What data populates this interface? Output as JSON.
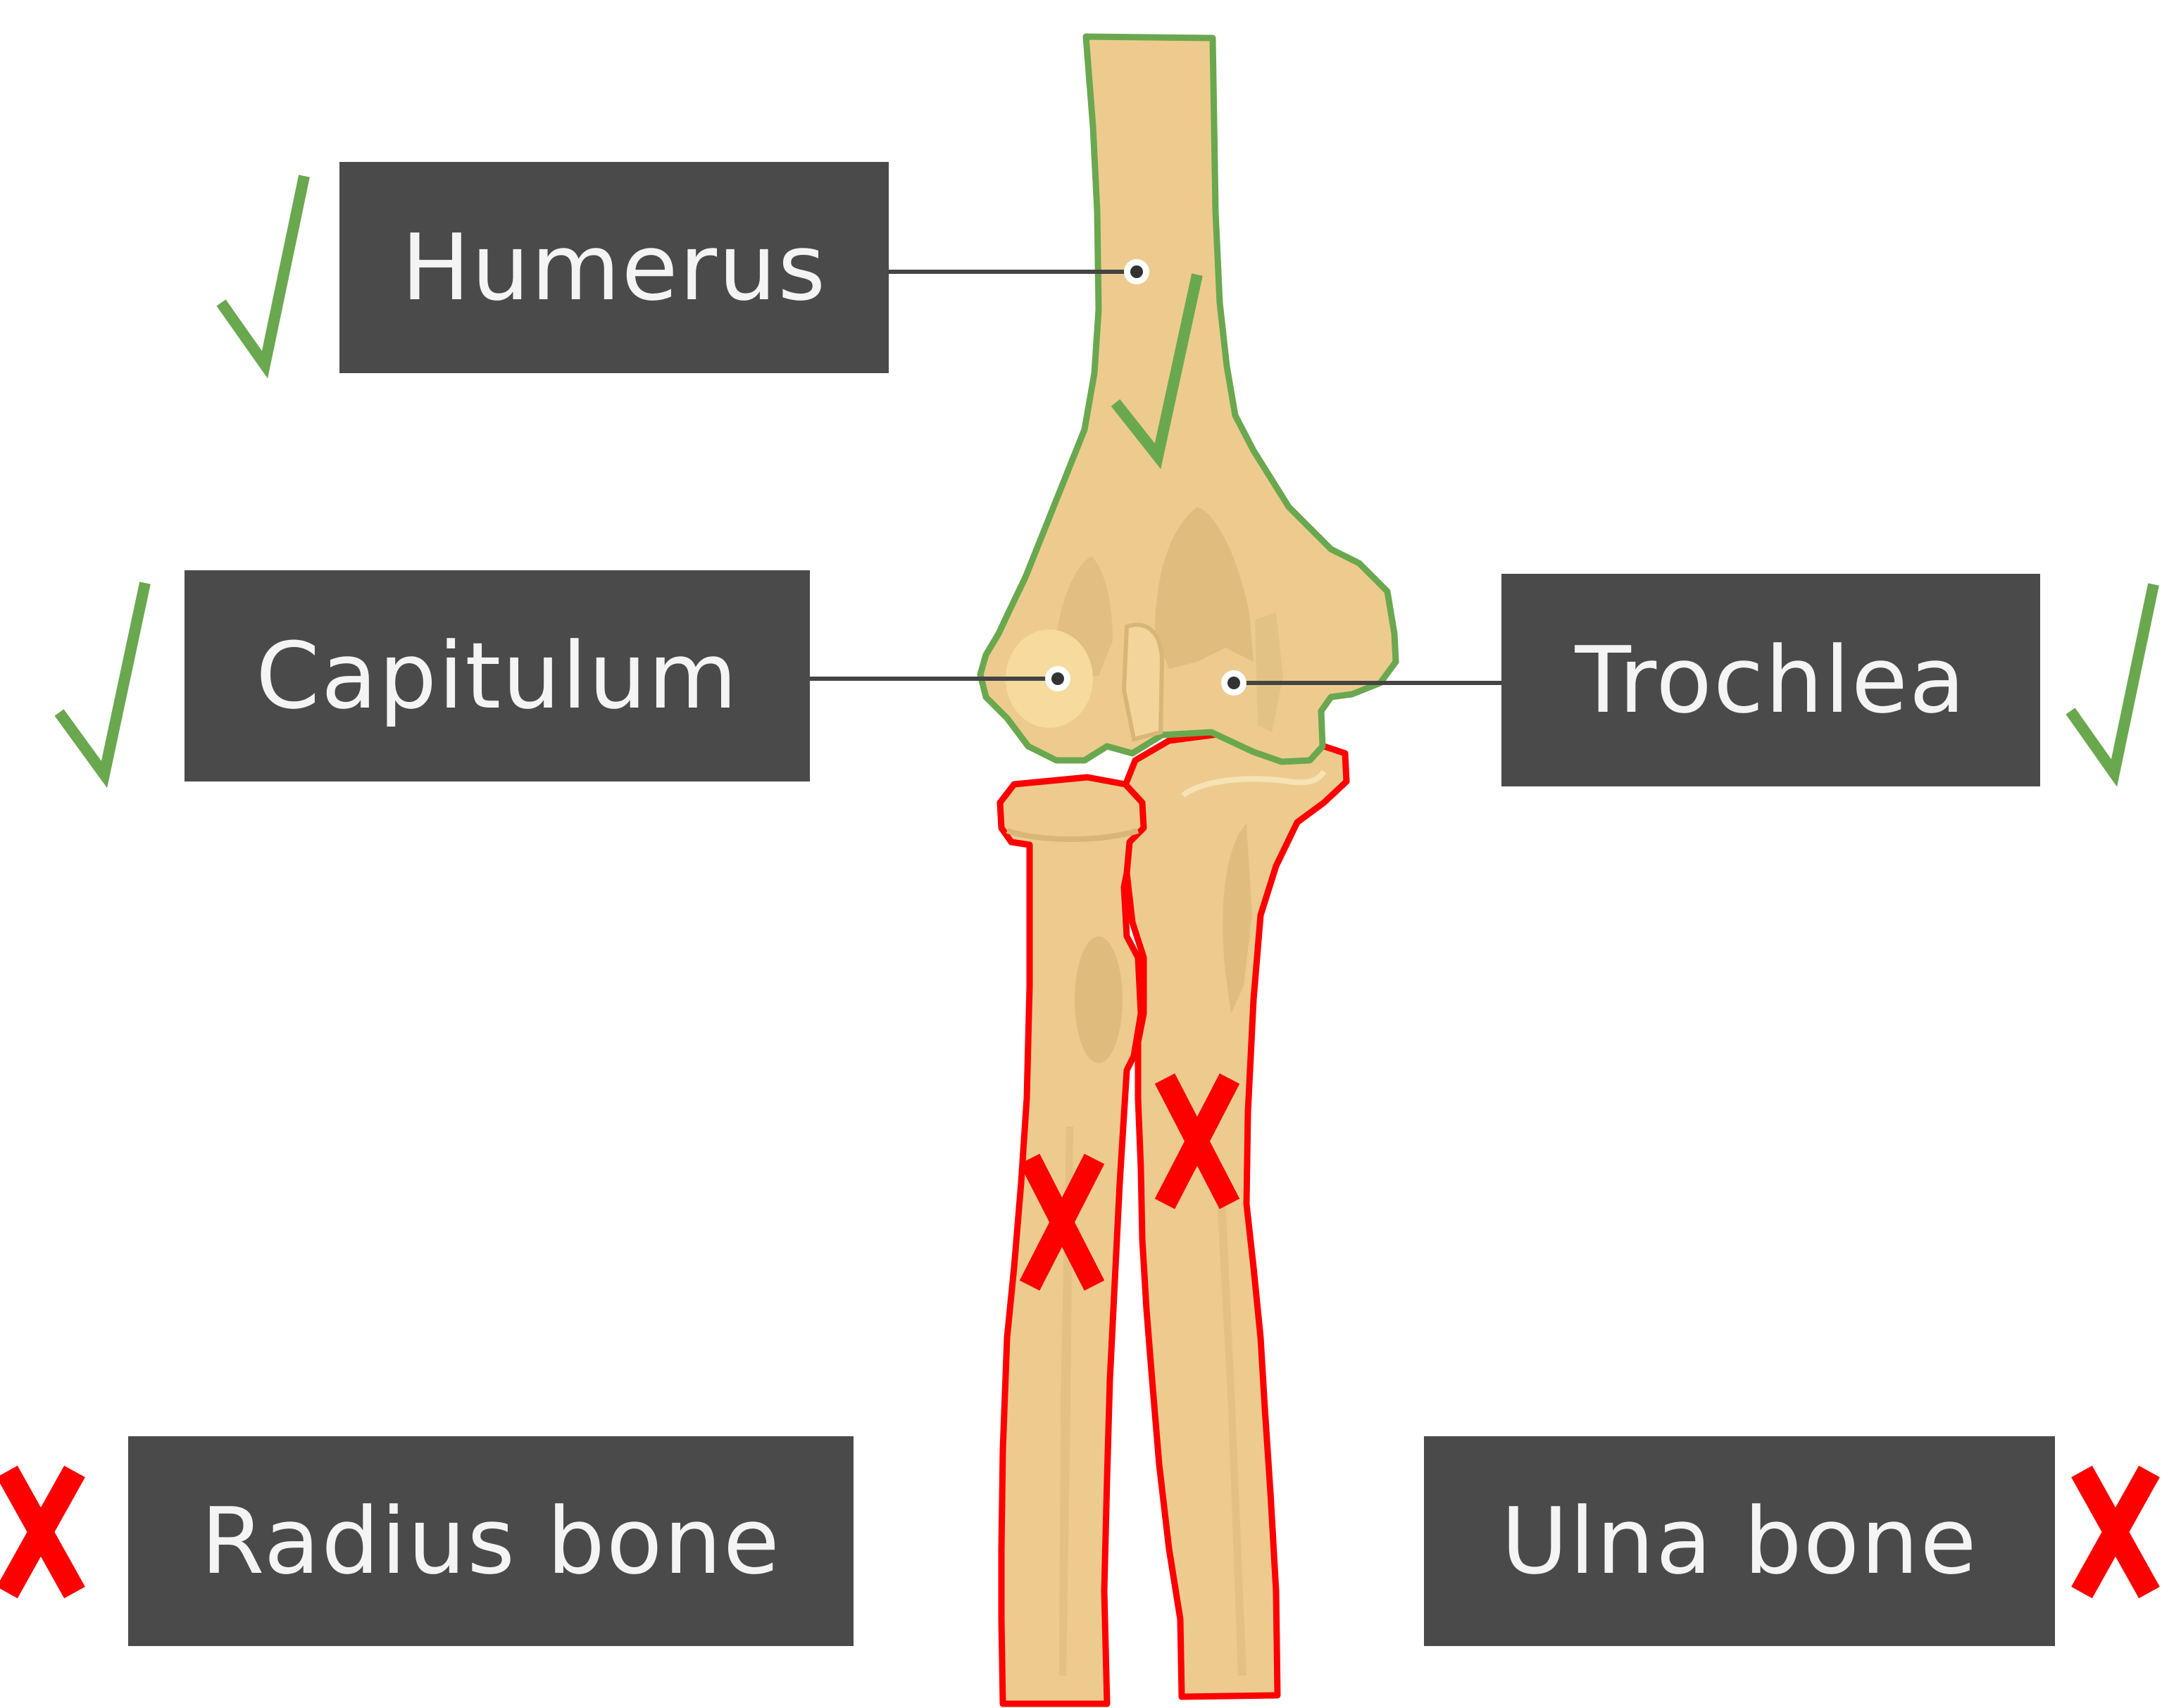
{
  "labels": {
    "humerus": "Humerus",
    "capitulum": "Capitulum",
    "trochlea": "Trochlea",
    "radius": "Radius bone",
    "ulna": "Ulna bone"
  },
  "marks": {
    "correct_symbol": "check-mark",
    "incorrect_symbol": "x-mark"
  },
  "colors": {
    "label_bg": "#4a4a4a",
    "label_text": "#f4f4f4",
    "bone_fill": "#edcb8f",
    "bone_shade": "#d9b678",
    "correct": "#6aa84f",
    "incorrect": "#ff0000",
    "leader_line": "#444444"
  }
}
